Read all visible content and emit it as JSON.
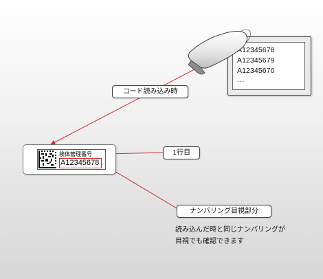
{
  "screen": {
    "lines": [
      "A12345678",
      "A12345679",
      "A12345670",
      "…"
    ]
  },
  "callouts": {
    "read_time": "コード読み込み時",
    "line1": "1行目",
    "numbering": "ナンバリング目視部分"
  },
  "tag": {
    "title": "検体管理番号",
    "number": "A12345678"
  },
  "note": {
    "line1": "読み込んだ時と同じナンバリングが",
    "line2": "目視でも確認できます"
  },
  "colors": {
    "arrow": "#cc2a2a"
  }
}
